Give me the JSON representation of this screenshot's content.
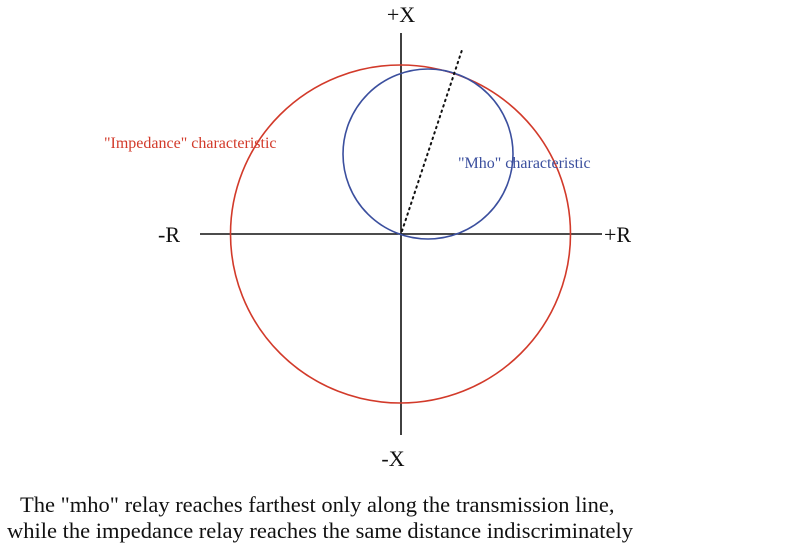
{
  "axes": {
    "plus_x": "+X",
    "minus_x": "-X",
    "plus_r": "+R",
    "minus_r": "-R"
  },
  "characteristics": {
    "impedance": {
      "label": "\"Impedance\" characteristic",
      "color": "#d23a2a",
      "shape": "circle centered at origin"
    },
    "mho": {
      "label": "\"Mho\" characteristic",
      "color": "#3b4f9e",
      "shape": "circle passing through origin"
    }
  },
  "line_angle": {
    "style": "dotted",
    "color": "#111111",
    "description": "transmission line impedance angle"
  },
  "caption": {
    "line1": "The \"mho\" relay reaches farthest only along the transmission line,",
    "line2": "while the impedance relay reaches the same distance indiscriminately"
  }
}
